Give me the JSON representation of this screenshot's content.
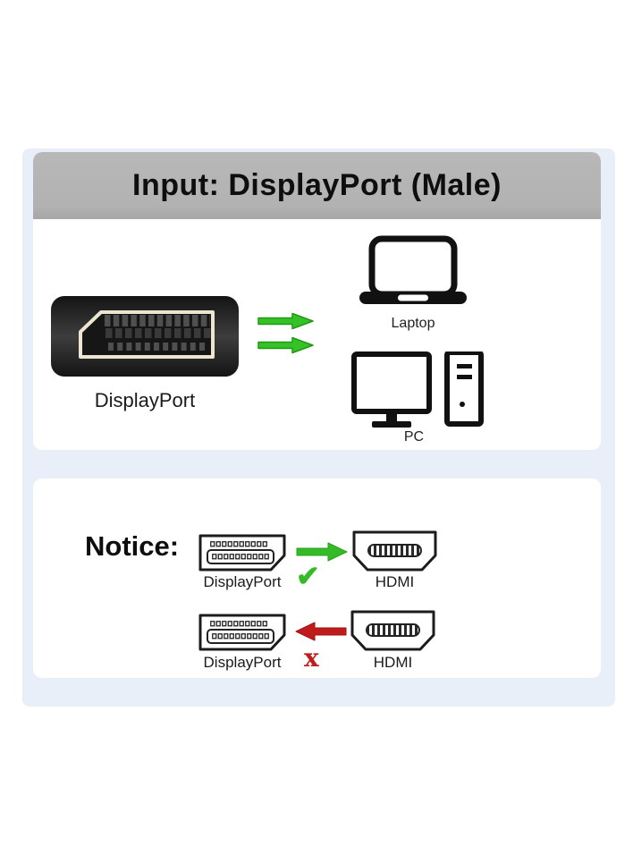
{
  "title_bar": {
    "label": "Input: DisplayPort (Male)"
  },
  "input_section": {
    "connector": {
      "label": "DisplayPort",
      "icon": "displayport-male-plug-icon"
    },
    "arrows_icon": "double-green-arrow-right-icon",
    "devices": [
      {
        "label": "Laptop",
        "icon": "laptop-icon"
      },
      {
        "label": "PC",
        "icon": "desktop-pc-icon"
      }
    ]
  },
  "notice_section": {
    "heading": "Notice:",
    "rows": [
      {
        "source": {
          "label": "DisplayPort",
          "icon": "displayport-port-icon"
        },
        "target": {
          "label": "HDMI",
          "icon": "hdmi-port-icon"
        },
        "arrow_icon": "green-arrow-right-icon",
        "verdict_icon": "green-check-icon",
        "verdict_symbol": "✔"
      },
      {
        "source": {
          "label": "DisplayPort",
          "icon": "displayport-port-icon"
        },
        "target": {
          "label": "HDMI",
          "icon": "hdmi-port-icon"
        },
        "arrow_icon": "red-arrow-left-icon",
        "verdict_icon": "red-cross-icon",
        "verdict_symbol": "x"
      }
    ]
  },
  "colors": {
    "title_bar_bg": "#b2b2b2",
    "panel_bg": "#e9eff8",
    "card_bg": "#ffffff",
    "arrow_green": "#35bb28",
    "arrow_red": "#c11c1c",
    "connector_body": "#1d1d1d",
    "connector_outline": "#ece5cf",
    "text": "#1b1b1b"
  }
}
